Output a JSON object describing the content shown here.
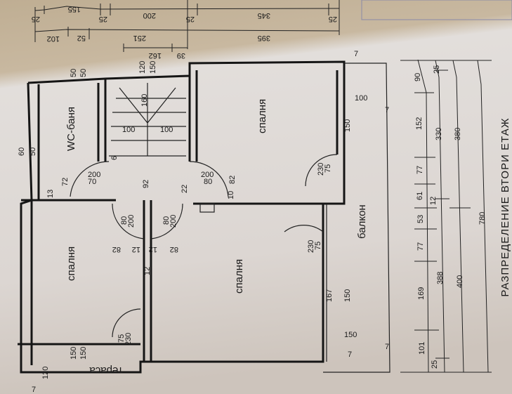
{
  "title": "РАЗПРЕДЕЛЕНИЕ ВТОРИ ЕТАЖ",
  "rooms": {
    "bedroom_left": "спалня",
    "wc": "WC-баня",
    "bedroom_top_right": "спалня",
    "bedroom_center": "спалня",
    "balcony": "балкон",
    "terrace": "тераса"
  },
  "top_dims_row1": [
    "25",
    "155",
    "25",
    "200",
    "25",
    "345",
    "25"
  ],
  "top_dims_row2": [
    "102",
    "52",
    "251",
    "395"
  ],
  "top_dims_row3": [
    "162",
    "39"
  ],
  "right_dims_col1": [
    "90",
    "152",
    "77",
    "61",
    "53",
    "77",
    "169",
    "101"
  ],
  "right_dims_col2": [
    "25",
    "330",
    "12",
    "388",
    "25"
  ],
  "right_dims_col3": [
    "380",
    "400"
  ],
  "right_dims_col4": [
    "780"
  ],
  "doors": [
    "70\n200",
    "80\n200",
    "80\n200",
    "80\n200",
    "75\n230",
    "75\n230",
    "75\n230"
  ],
  "door_labels": [
    {
      "w": "70",
      "h": "200"
    },
    {
      "w": "80",
      "h": "200"
    },
    {
      "w": "80",
      "h": "200"
    },
    {
      "w": "80",
      "h": "200"
    },
    {
      "w": "75",
      "h": "230"
    },
    {
      "w": "75",
      "h": "230"
    },
    {
      "w": "75",
      "h": "230"
    }
  ],
  "misc": [
    "100",
    "100",
    "100",
    "150",
    "150",
    "167",
    "150",
    "72",
    "13",
    "92",
    "22",
    "82",
    "10",
    "82",
    "12",
    "12",
    "82",
    "12",
    "160",
    "6",
    "60",
    "50",
    "50",
    "50",
    "120",
    "150",
    "150",
    "150",
    "120",
    "7",
    "7",
    "7",
    "7",
    "7"
  ]
}
